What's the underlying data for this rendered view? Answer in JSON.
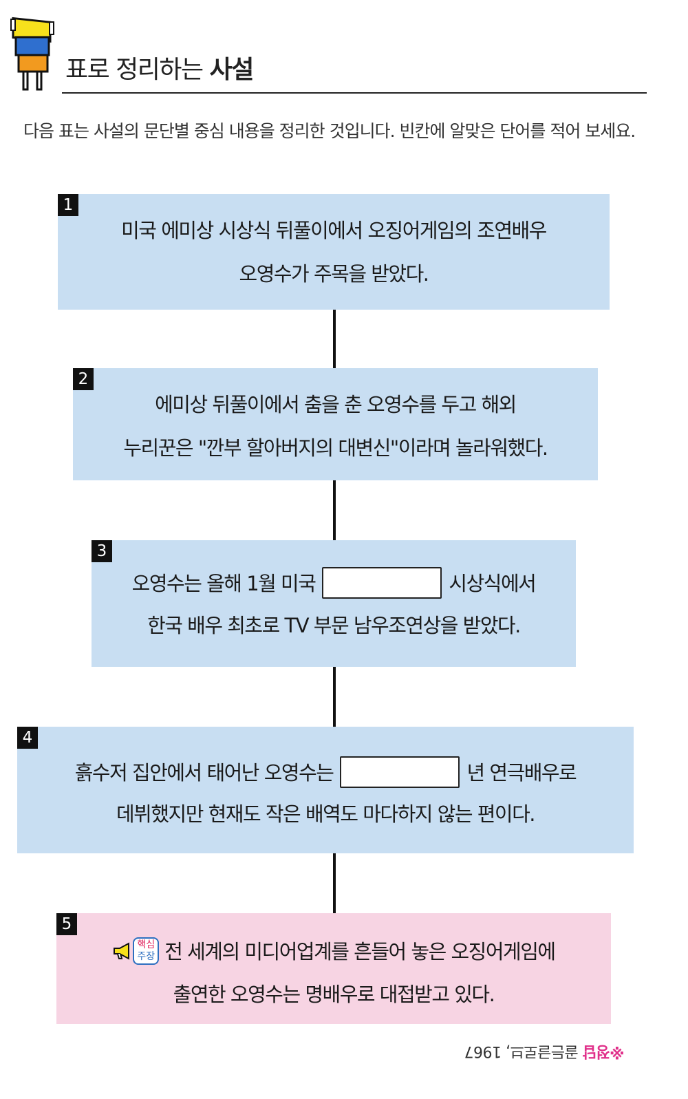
{
  "header": {
    "title_main": "표로 정리하는 ",
    "title_bold": "사설"
  },
  "instruction": "다음 표는 사설의 문단별 중심 내용을 정리한 것입니다. 빈칸에 알맞은 단어를 적어 보세요.",
  "steps": [
    {
      "num": "1",
      "line1": "미국 에미상 시상식 뒤풀이에서 오징어게임의 조연배우",
      "line2": "오영수가 주목을 받았다."
    },
    {
      "num": "2",
      "line1": "에미상 뒤풀이에서 춤을 춘 오영수를 두고 해외",
      "line2": "누리꾼은 \"깐부 할아버지의 대변신\"이라며 놀라워했다."
    },
    {
      "num": "3",
      "line1_before": "오영수는 올해 1월 미국",
      "line1_after": "시상식에서",
      "line2": "한국 배우 최초로 TV 부문 남우조연상을 받았다."
    },
    {
      "num": "4",
      "line1_before": "흙수저 집안에서 태어난 오영수는",
      "line1_after": "년 연극배우로",
      "line2": "데뷔했지만 현재도 작은 배역도 마다하지 않는 편이다."
    },
    {
      "num": "5",
      "badge_top": "핵심",
      "badge_bottom": "주장",
      "line1": "전 세계의 미디어업계를 흔들어 놓은 오징어게임에",
      "line2": "출연한 오영수는 명배우로 대접받고 있다."
    }
  ],
  "footer": {
    "mark": "※정답",
    "text": " 골든글로브, 1967"
  }
}
